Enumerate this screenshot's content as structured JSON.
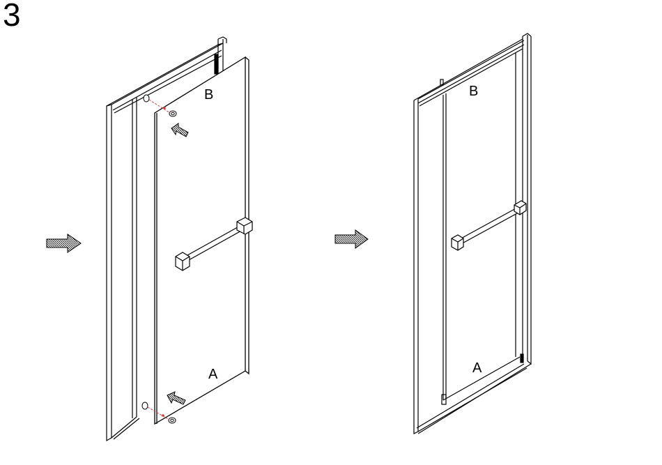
{
  "step": {
    "number": "3"
  },
  "labels": {
    "left_top": "B",
    "left_bottom": "A",
    "right_top": "B",
    "right_bottom": "A"
  },
  "colors": {
    "line": "#000000",
    "hinge_dashes": "#d83a3a",
    "background": "#ffffff"
  },
  "icons": [
    "right-arrow-icon",
    "insert-arrow-icon",
    "hinge-pin-icon",
    "towel-bar-handle"
  ]
}
